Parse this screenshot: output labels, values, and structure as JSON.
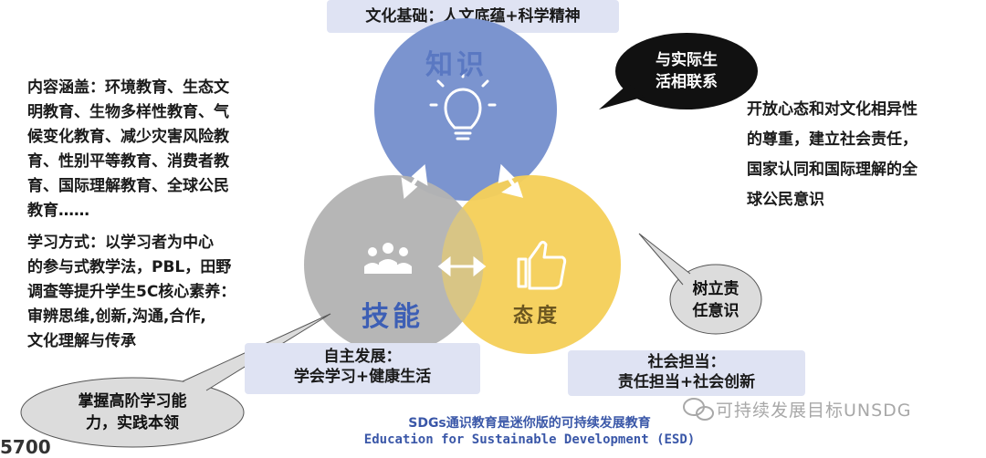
{
  "top_box": "文化基础：人文底蕴+科学精神",
  "circles": {
    "knowledge": "知识",
    "skill": "技能",
    "attitude": "态度"
  },
  "left_text": {
    "content_lines": [
      "内容涵盖：环境教育、生态文",
      "明教育、生物多样性教育、气",
      "候变化教育、减少灾害风险教",
      "育、性别平等教育、消费者教",
      "育、国际理解教育、全球公民",
      "教育……"
    ],
    "method_lines": [
      "学习方式：以学习者为中心",
      "的参与式教学法，PBL，田野",
      "调查等提升学生5C核心素养：",
      "审辨思维,创新,沟通,合作,",
      "文化理解与传承"
    ]
  },
  "right_text": {
    "lines": [
      "开放心态和对文化相异性",
      "的尊重，建立社会责任，",
      "国家认同和国际理解的全",
      "球公民意识"
    ]
  },
  "bubbles": {
    "life": [
      "与实际生",
      "活相联系"
    ],
    "responsibility": [
      "树立责",
      "任意识"
    ],
    "skills": [
      "掌握高阶学习能",
      "力，实践本领"
    ]
  },
  "bottom_boxes": {
    "self": [
      "自主发展：",
      "学会学习+健康生活"
    ],
    "society": [
      "社会担当：",
      "责任担当+社会创新"
    ]
  },
  "captions": {
    "cn": "SDGs通识教育是迷你版的可持续发展教育",
    "en": "Education for Sustainable Development  (ESD)"
  },
  "watermark": "可持续发展目标UNSDG",
  "corner_fragment": "5700",
  "colors": {
    "knowledge": "#7b94cf",
    "skill": "#b3b3b3",
    "attitude": "#f5cf5a",
    "dark_bubble": "#111111",
    "gray_bubble": "#dcdcdc"
  },
  "icons": [
    "lightbulb-icon",
    "team-icon",
    "thumbs-up-icon",
    "double-arrow-icon",
    "wechat-icon"
  ]
}
